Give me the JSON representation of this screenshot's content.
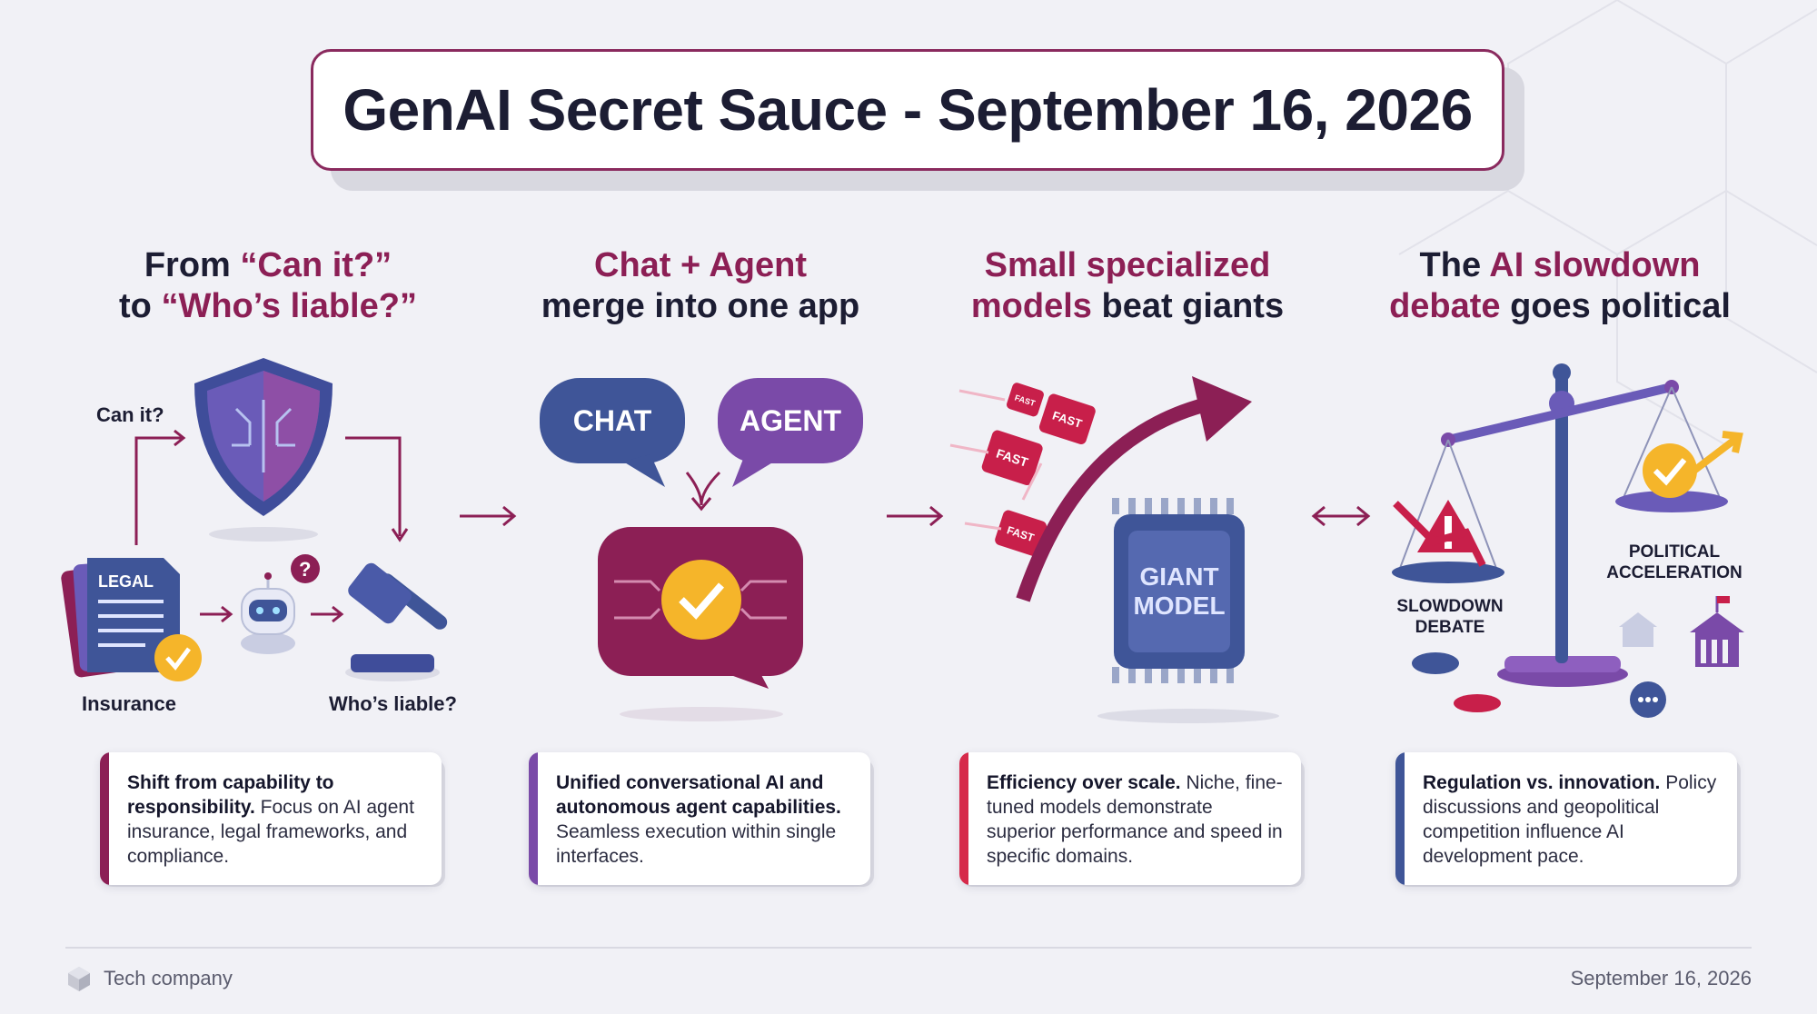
{
  "title": "GenAI Secret Sauce - September 16, 2026",
  "columns": [
    {
      "heading_parts": [
        {
          "text": "From ",
          "hl": false
        },
        {
          "text": "“Can it?”",
          "hl": true
        },
        {
          "text": "\n",
          "hl": false
        },
        {
          "text": "to ",
          "hl": false
        },
        {
          "text": "“Who’s liable?”",
          "hl": true
        }
      ],
      "labels": {
        "can_it": "Can it?",
        "legal": "LEGAL",
        "insurance": "Insurance",
        "whos_liable": "Who’s liable?",
        "question": "?"
      },
      "card": {
        "bold": "Shift from capability to responsibility.",
        "text": " Focus on AI agent insurance, legal frameworks, and compliance.",
        "color": "#8c1f55"
      }
    },
    {
      "heading_parts": [
        {
          "text": "Chat + Agent",
          "hl": true
        },
        {
          "text": "\n",
          "hl": false
        },
        {
          "text": "merge into one app",
          "hl": false
        }
      ],
      "labels": {
        "chat": "CHAT",
        "agent": "AGENT"
      },
      "card": {
        "bold": "Unified conversational AI and autonomous agent capabilities.",
        "text": " Seamless execution within single interfaces.",
        "color": "#7a4aa8"
      }
    },
    {
      "heading_parts": [
        {
          "text": "Small specialized",
          "hl": true
        },
        {
          "text": "\n",
          "hl": false
        },
        {
          "text": "models",
          "hl": true
        },
        {
          "text": " beat giants",
          "hl": false
        }
      ],
      "labels": {
        "fast": "FAST",
        "giant_model": "GIANT MODEL"
      },
      "card": {
        "bold": "Efficiency over scale.",
        "text": " Niche, fine-tuned models demonstrate superior performance and speed in specific domains.",
        "color": "#d62a4a"
      }
    },
    {
      "heading_parts": [
        {
          "text": "The ",
          "hl": false
        },
        {
          "text": "AI slowdown",
          "hl": true
        },
        {
          "text": "\n",
          "hl": false
        },
        {
          "text": "debate",
          "hl": true
        },
        {
          "text": " goes political",
          "hl": false
        }
      ],
      "labels": {
        "slowdown": "SLOWDOWN DEBATE",
        "political": "POLITICAL ACCELERATION"
      },
      "card": {
        "bold": "Regulation vs. innovation.",
        "text": " Policy discussions and geopolitical competition influence AI development pace.",
        "color": "#3f5598"
      }
    }
  ],
  "footer": {
    "company": "Tech company",
    "date": "September 16, 2026"
  },
  "colors": {
    "accent": "#8c1f55",
    "navy": "#3f5598",
    "purple": "#7a4aa8",
    "red": "#d62a4a",
    "gold": "#f5b52a"
  }
}
